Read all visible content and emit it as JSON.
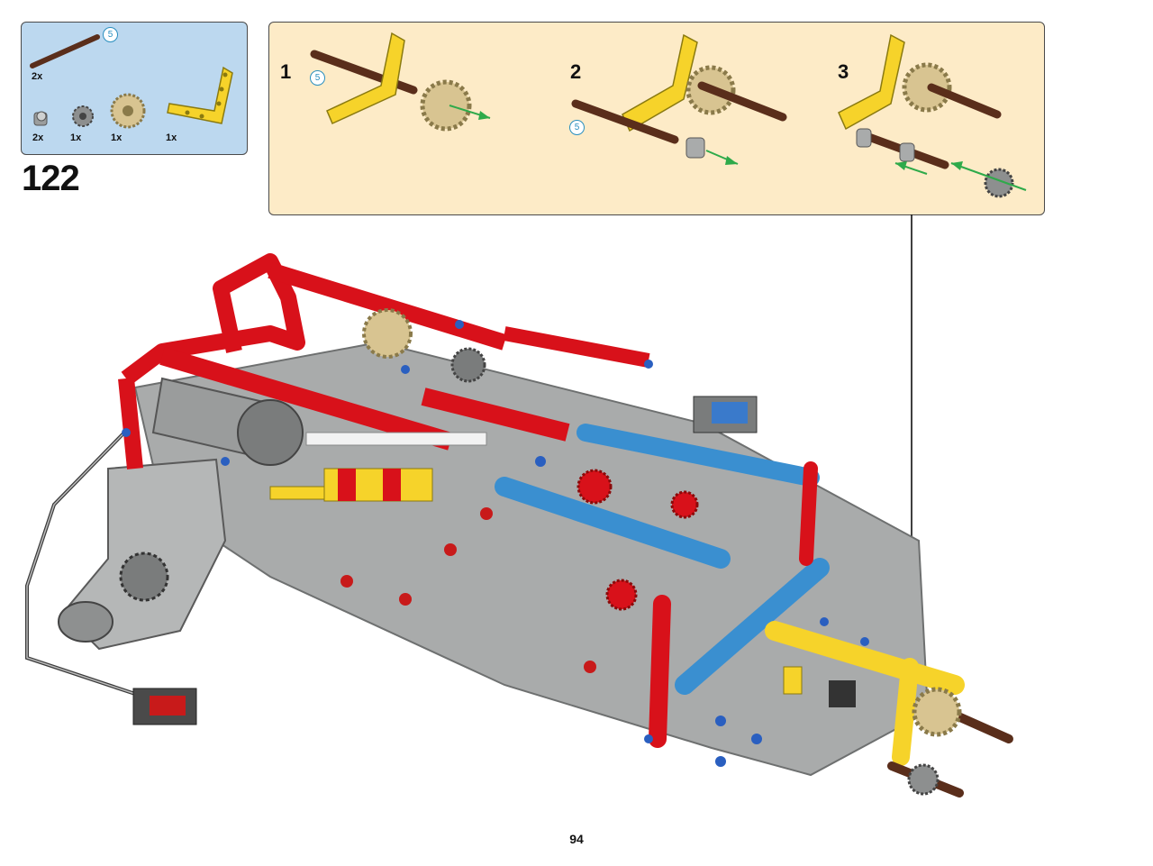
{
  "step": {
    "number": "122"
  },
  "parts_list": {
    "items": [
      {
        "name": "axle-length-5",
        "qty": "2x",
        "callout": "5"
      },
      {
        "name": "bush",
        "qty": "2x"
      },
      {
        "name": "gear-12-tooth-double-bevel",
        "qty": "1x"
      },
      {
        "name": "gear-20-tooth-double-bevel",
        "qty": "1x"
      },
      {
        "name": "liftarm-bent-yellow",
        "qty": "1x"
      }
    ]
  },
  "substeps": [
    {
      "number": "1",
      "callout": "5"
    },
    {
      "number": "2",
      "callout": "5"
    },
    {
      "number": "3"
    }
  ],
  "colors": {
    "parts_bg": "#bcd8ef",
    "substep_bg": "#fdebc7",
    "red": "#d8111a",
    "yellow": "#f6d32a",
    "blue": "#3a8fd0",
    "gray": "#a9abab",
    "dark_gray": "#5a5c5e",
    "brown": "#5a2e1b",
    "tan": "#d8c491",
    "arrow_green": "#2eaa4a"
  },
  "page": {
    "number": "94"
  }
}
